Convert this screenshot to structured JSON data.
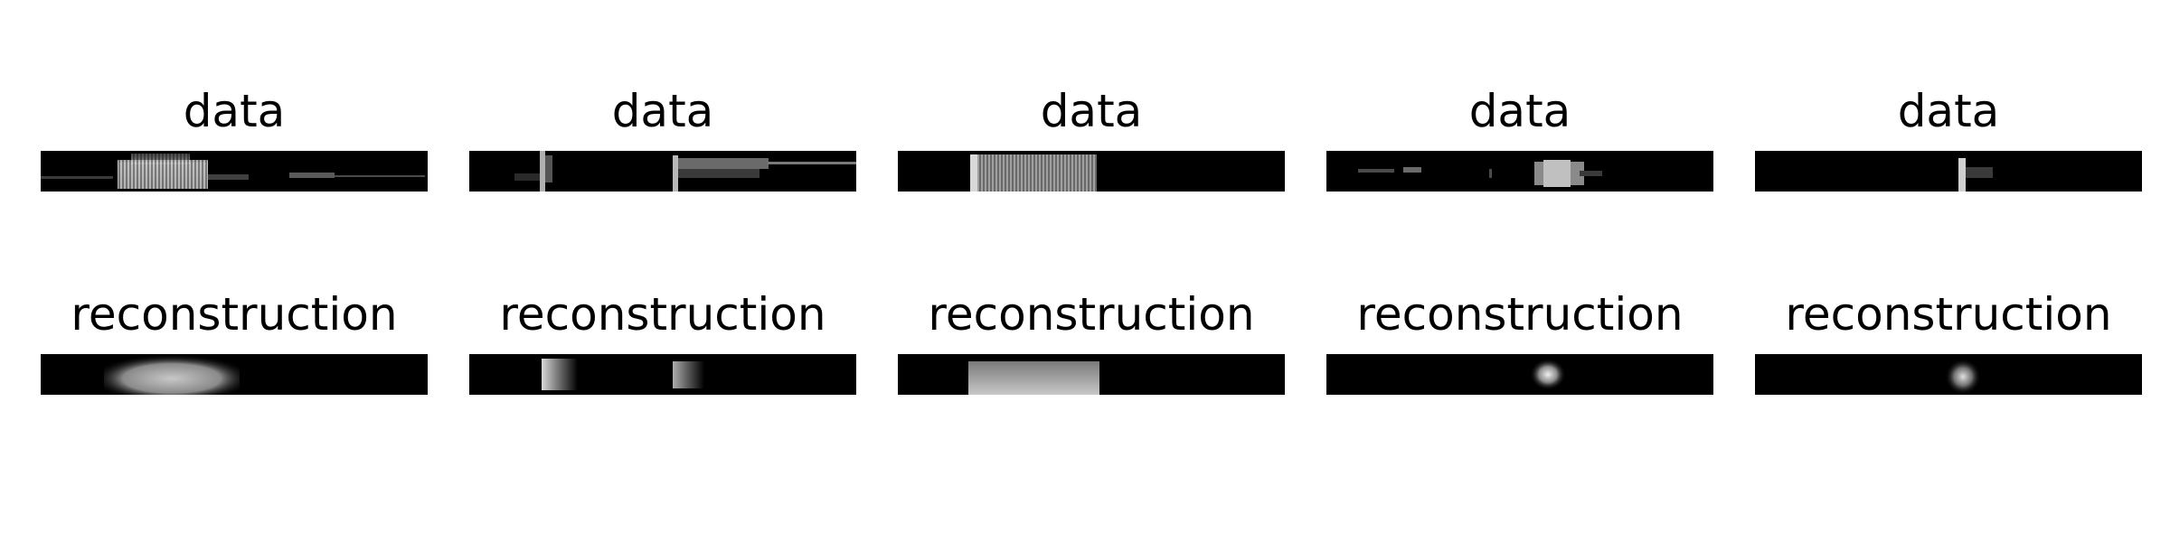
{
  "rows": [
    {
      "label": "data",
      "panels": [
        {
          "title": "data"
        },
        {
          "title": "data"
        },
        {
          "title": "data"
        },
        {
          "title": "data"
        },
        {
          "title": "data"
        }
      ]
    },
    {
      "label": "reconstruction",
      "panels": [
        {
          "title": "reconstruction"
        },
        {
          "title": "reconstruction"
        },
        {
          "title": "reconstruction"
        },
        {
          "title": "reconstruction"
        },
        {
          "title": "reconstruction"
        }
      ]
    }
  ],
  "colors": {
    "background": "#ffffff",
    "image_background": "#000000",
    "text": "#000000"
  }
}
